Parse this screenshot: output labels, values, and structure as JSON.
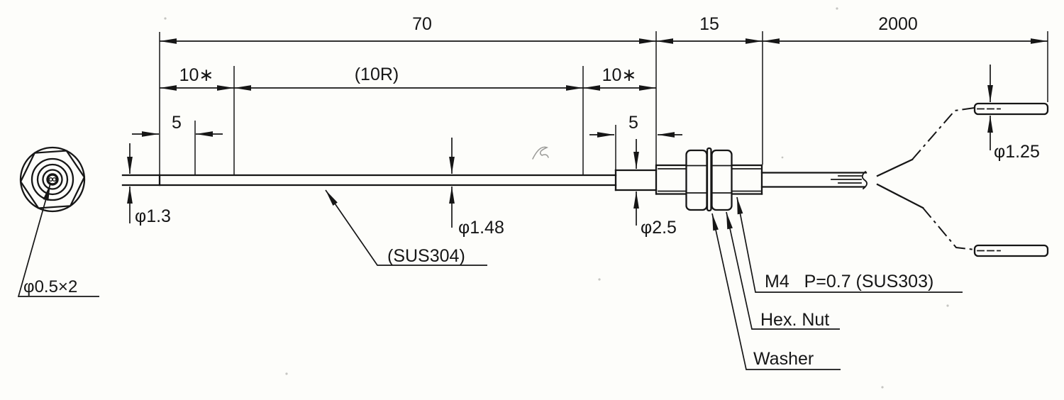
{
  "drawing": {
    "colors": {
      "ink": "#161616",
      "paper": "#fdfdfa"
    },
    "dimensions": {
      "overall_length": "70",
      "thread_length": "15",
      "lead_length": "2000",
      "tip_section": "10∗",
      "bend_radius": "(10R)",
      "rear_section": "10∗",
      "tip_offset": "5",
      "rear_offset": "5"
    },
    "diameters": {
      "tip": "φ1.3",
      "sheath": "φ1.48",
      "sleeve": "φ2.5",
      "lead_wire": "φ1.25",
      "tip_wires": "φ0.5×2"
    },
    "labels": {
      "sheath_material": "(SUS304)",
      "thread_spec": "M4   P=0.7 (SUS303)",
      "hex_nut": "Hex. Nut",
      "washer": "Washer"
    }
  }
}
